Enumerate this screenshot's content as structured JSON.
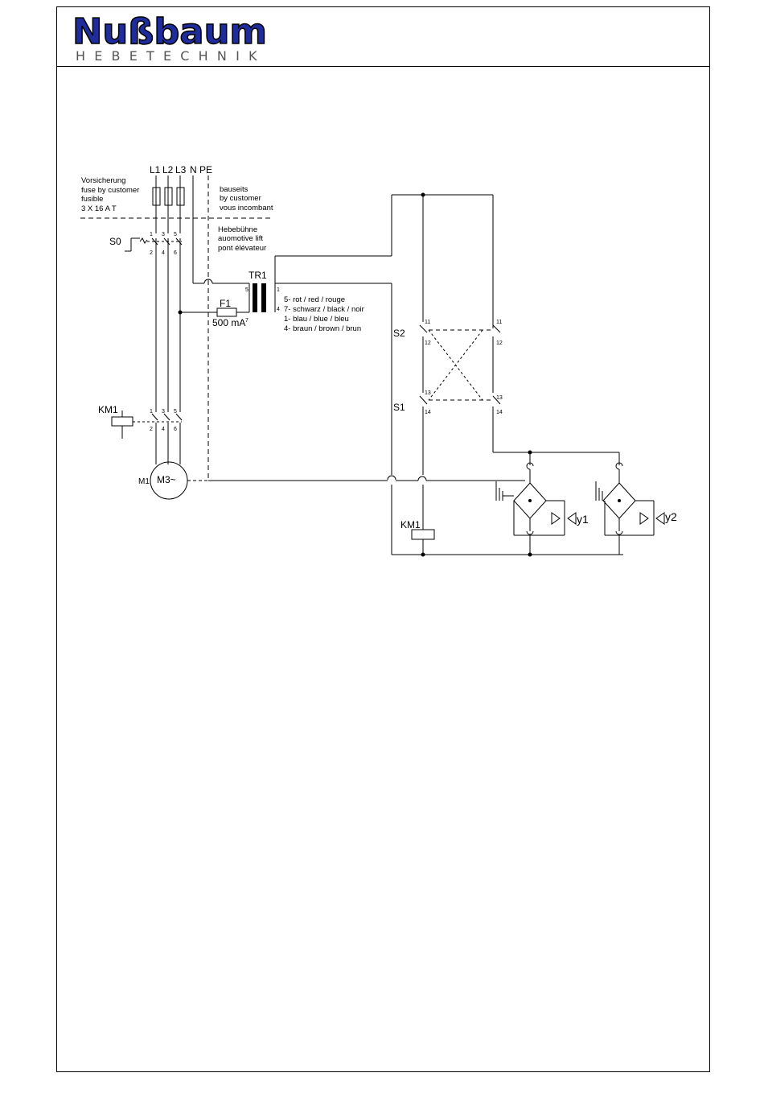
{
  "brand": {
    "logo_text": "Nußbaum",
    "subtitle": "HEBETECHNIK",
    "logo_color": "#1e2c9c"
  },
  "phase_labels": [
    "L1",
    "L2",
    "L3",
    "N",
    "PE"
  ],
  "notes": {
    "fuse_de": "Vorsicherung",
    "fuse_en": "fuse by customer",
    "fuse_fr": "fusible",
    "fuse_rating": "3 X 16 A T",
    "site_de": "bauseits",
    "site_en": "by customer",
    "site_fr": "vous incombant",
    "lift_de": "Hebebühne",
    "lift_en": "auomotive lift",
    "lift_fr": "pont élévateur"
  },
  "components": {
    "s0": "S0",
    "tr1": "TR1",
    "f1": "F1",
    "f1_rating": "500 mA",
    "km1_top": "KM1",
    "km1_coil": "KM1",
    "m1": "M1",
    "m3": "M3~",
    "s1": "S1",
    "s2": "S2",
    "y1": "y1",
    "y2": "y2"
  },
  "wire_colors": [
    "5- rot / red / rouge",
    "7- schwarz / black / noir",
    "1- blau / blue / bleu",
    "4- braun / brown / brun"
  ],
  "transformer_pins": {
    "p5": "5",
    "p7": "7",
    "p1": "1",
    "p4": "4"
  },
  "terminal_numbers": {
    "t1": "1",
    "t2": "2",
    "t3": "3",
    "t4": "4",
    "t5": "5",
    "t6": "6",
    "t11": "11",
    "t12": "12",
    "t13": "13",
    "t14": "14"
  }
}
